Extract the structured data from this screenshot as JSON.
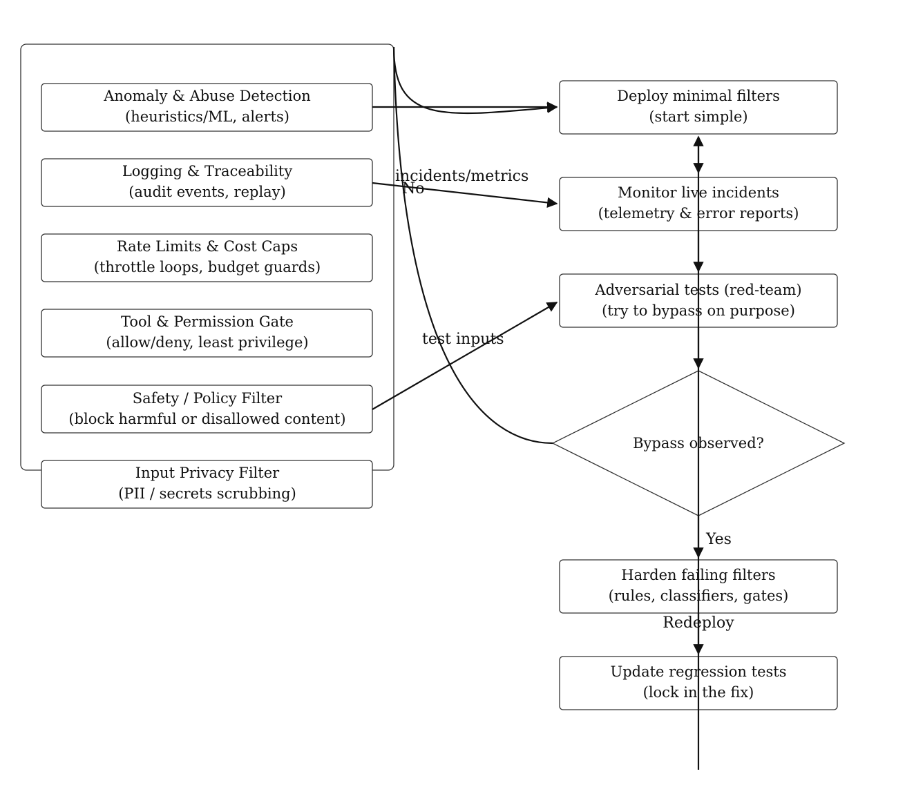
{
  "filters": [
    {
      "line1": "Anomaly & Abuse Detection",
      "line2": "(heuristics/ML, alerts)"
    },
    {
      "line1": "Logging & Traceability",
      "line2": "(audit events, replay)"
    },
    {
      "line1": "Rate Limits & Cost Caps",
      "line2": "(throttle loops, budget guards)"
    },
    {
      "line1": "Tool & Permission Gate",
      "line2": "(allow/deny, least privilege)"
    },
    {
      "line1": "Safety / Policy Filter",
      "line2": "(block harmful or disallowed content)"
    },
    {
      "line1": "Input Privacy Filter",
      "line2": "(PII / secrets scrubbing)"
    }
  ],
  "steps": {
    "deploy": {
      "line1": "Deploy minimal filters",
      "line2": "(start simple)"
    },
    "monitor": {
      "line1": "Monitor live incidents",
      "line2": "(telemetry & error reports)"
    },
    "adversarial": {
      "line1": "Adversarial tests (red-team)",
      "line2": "(try to bypass on purpose)"
    },
    "decision": {
      "label": "Bypass observed?"
    },
    "harden": {
      "line1": "Harden failing filters",
      "line2": "(rules, classifiers, gates)"
    },
    "regression": {
      "line1": "Update regression tests",
      "line2": "(lock in the fix)"
    }
  },
  "edge_labels": {
    "incidents": "incidents/metrics",
    "no": "No",
    "test_inputs": "test inputs",
    "yes": "Yes",
    "redeploy": "Redeploy"
  }
}
